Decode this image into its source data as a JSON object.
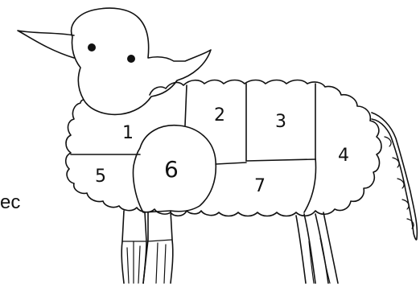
{
  "side_text": "ec",
  "region_labels": {
    "r1": "1",
    "r2": "2",
    "r3": "3",
    "r4": "4",
    "r5": "5",
    "r6": "6",
    "r7": "7"
  }
}
